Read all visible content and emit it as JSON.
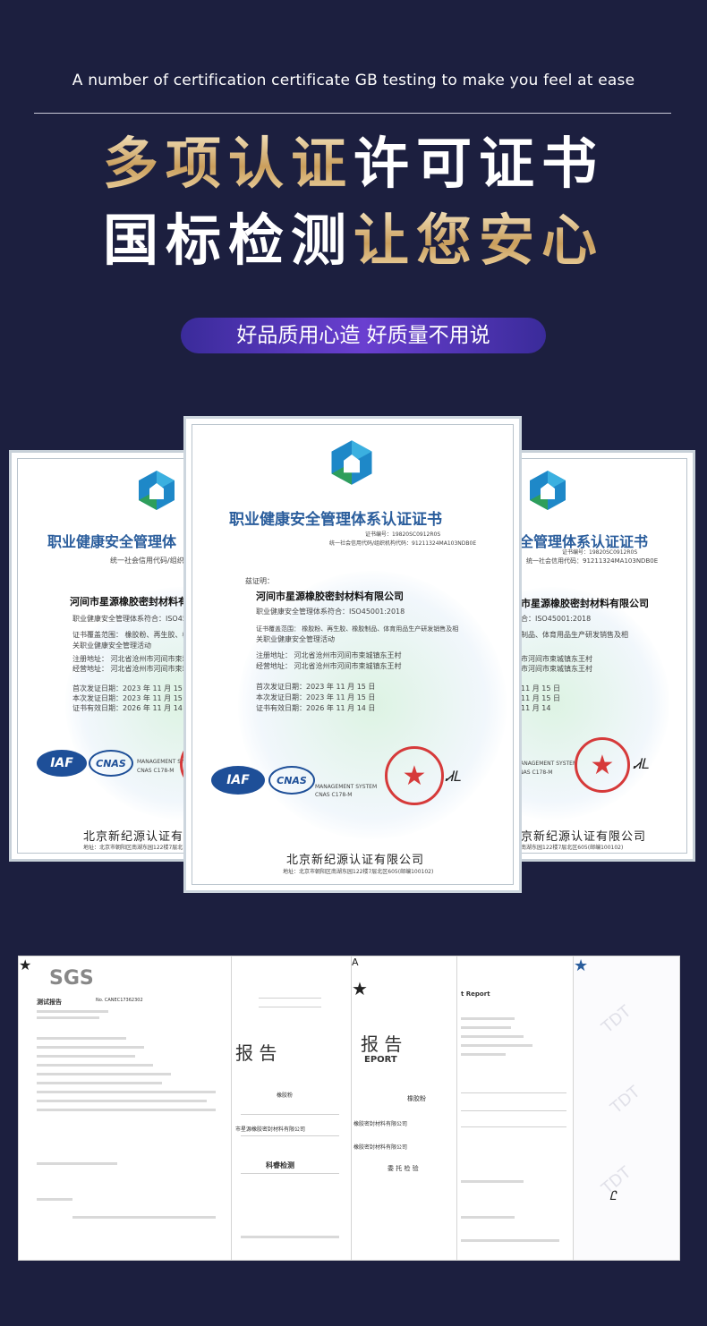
{
  "header": {
    "tagline": "A number of certification certificate GB testing to make you feel at ease",
    "line1_gold": "多项认证",
    "line1_white": "许可证书",
    "line2_white": "国标检测",
    "line2_gold": "让您安心",
    "pill": "好品质用心造 好质量不用说"
  },
  "certificate": {
    "title": "职业健康安全管理体系认证证书",
    "title_left_crop": "职业健康安全管理体",
    "title_right_crop": "全管理体系认证证书",
    "cert_no": "证书编号：19820SC0912R0S",
    "credit_code": "统一社会信用代码/组织机构代码：91211324MA103NDB0E",
    "credit_code_left_crop": "统一社会信用代码/组织",
    "credit_code_right_crop": "统一社会信用代码：91211324MA103NDB0E",
    "cert_no_right_crop": "证书编号：19820SC0912R0S",
    "hereby": "兹证明：",
    "company": "河间市星源橡胶密封材料有限公司",
    "company_left_crop": "河间市星源橡胶密封材料有限公",
    "company_right_crop": "市星源橡胶密封材料有限公司",
    "standard": "职业健康安全管理体系符合：ISO45001:2018",
    "standard_right_crop": "合：ISO45001:2018",
    "scope_1": "证书覆盖范围：  橡胶粉、再生胶、橡胶制品、体育用品生产研发销售及相",
    "scope_2": "关职业健康安全管理活动",
    "scope_left_1": "证书覆盖范围：  橡胶粉、再生胶、橡胶制",
    "scope_right_1": "制品、体育用品生产研发销售及相",
    "reg_address": "注册地址：  河北省沧州市河间市束城镇东王村",
    "op_address": "经营地址：  河北省沧州市河间市束城镇东王村",
    "reg_address_left_crop": "注册地址：  河北省沧州市河间市束城镇东王村",
    "op_address_left_crop": "经营地址：  河北省沧州市河间市束城镇东王村",
    "reg_address_right_crop": "市河间市束城镇东王村",
    "op_address_right_crop": "市河间市束城镇东王村",
    "first_issue": "首次发证日期：2023 年 11 月 15 日",
    "this_issue": "本次发证日期：2023 年 11 月 15 日",
    "valid_until": "证书有效日期：2026 年 11 月 14 日",
    "first_issue_crop": "11 月 15 日",
    "this_issue_crop": "11 月 15 日",
    "valid_crop": "11 月 14",
    "iaf": "IAF",
    "cnas": "CNAS",
    "mgmt_system": "MANAGEMENT SYSTEM",
    "cnas_no": "CNAS C178-M",
    "org_name": "北京新纪源认证有限公司",
    "org_name_left_crop": "北京新纪源认证有",
    "org_name_right_crop": "京新纪源认证有限公司",
    "address": "地址：北京市朝阳区南湖东园122楼7层北区605(邮编100102)",
    "address_left_crop": "地址：北京市朝阳区南湖东园122楼7层北",
    "address_right_crop": "区南湖东园122楼7层北区605(邮编100102)"
  },
  "reports": {
    "sgs_logo": "SGS",
    "sgs_test_report": "测试报告",
    "sgs_no": "No. CANEC17362302",
    "report_word_1": "报    告",
    "report_word_2": "报    告",
    "report_en": "EPORT",
    "rubber_powder": "橡胶粉",
    "company_short": "市星源橡胶密封材料有限公司",
    "company_short2": "橡胶密封材料有限公司",
    "entrusted": "委 托 检 验",
    "sci_test": "科睿检测",
    "doc_report": "t Report",
    "tdt_wm": "TDT"
  },
  "colors": {
    "background": "#1c1f3f",
    "gold": "#d9b375",
    "pill": "#5a3cc0",
    "cert_blue": "#2a5d9c",
    "seal_red": "#d63a3a"
  }
}
